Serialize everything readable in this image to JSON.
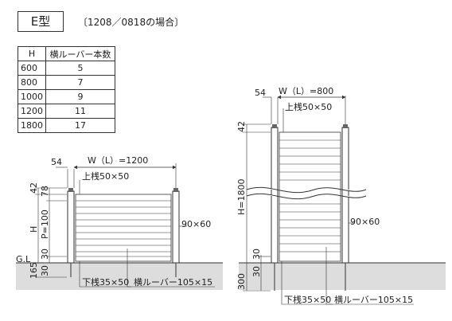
{
  "header": {
    "type_label": "E型",
    "subtitle": "〔1208／0818の場合〕"
  },
  "spec_table": {
    "columns": [
      "H",
      "横ルーバー本数"
    ],
    "rows": [
      [
        "600",
        "5"
      ],
      [
        "800",
        "7"
      ],
      [
        "1000",
        "9"
      ],
      [
        "1200",
        "11"
      ],
      [
        "1800",
        "17"
      ]
    ]
  },
  "left_diagram": {
    "width_label": "W（L）=1200",
    "post_width": "54",
    "top_rail": "上桟50×50",
    "post_size": "90×60",
    "bottom_rail": "下桟35×50",
    "louver": "横ルーバー105×15",
    "dim_top": "42",
    "dim_top2": "78",
    "height_label": "H",
    "pitch_label": "P=100",
    "dim_bottom": "30",
    "ground_label": "G.L",
    "dim_embed": "165",
    "dim_embed2": "30"
  },
  "right_diagram": {
    "width_label": "W（L）=800",
    "post_width": "54",
    "top_rail": "上桟50×50",
    "post_size": "90×60",
    "bottom_rail": "下桟35×50",
    "louver": "横ルーバー105×15",
    "dim_top": "42",
    "height_label": "H=1800",
    "dim_bottom": "30",
    "dim_embed": "300",
    "dim_embed2": "30"
  }
}
